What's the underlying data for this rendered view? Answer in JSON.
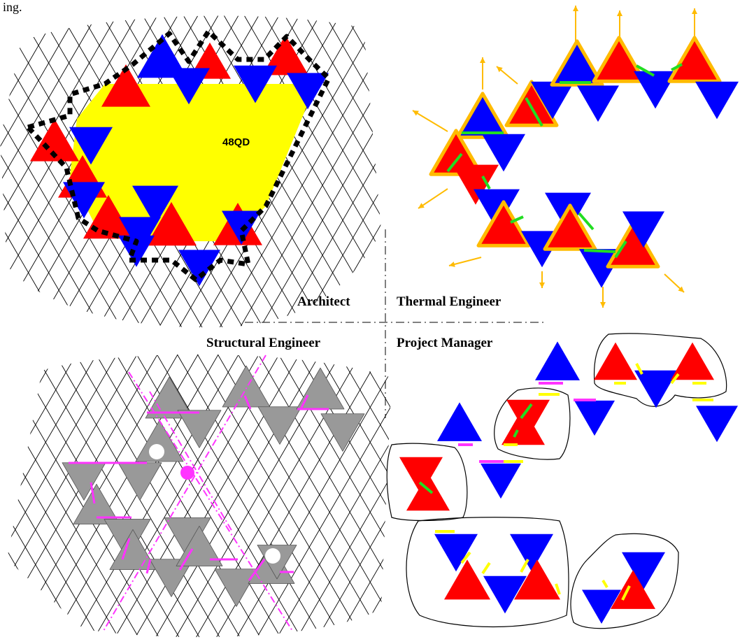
{
  "figure": {
    "corner_caption": "ing."
  },
  "quadrants": {
    "top_left": {
      "role": "Architect",
      "area_label": "48QD"
    },
    "top_right": {
      "role": "Thermal Engineer"
    },
    "bottom_left": {
      "role": "Structural Engineer"
    },
    "bottom_right": {
      "role": "Project Manager"
    }
  },
  "colors": {
    "red": "#ff0000",
    "blue": "#0000ff",
    "yellow": "#ffff00",
    "gray": "#999999",
    "green": "#22dd22",
    "magenta": "#ff33ff",
    "orange": "#ffbb00",
    "black": "#000000"
  }
}
